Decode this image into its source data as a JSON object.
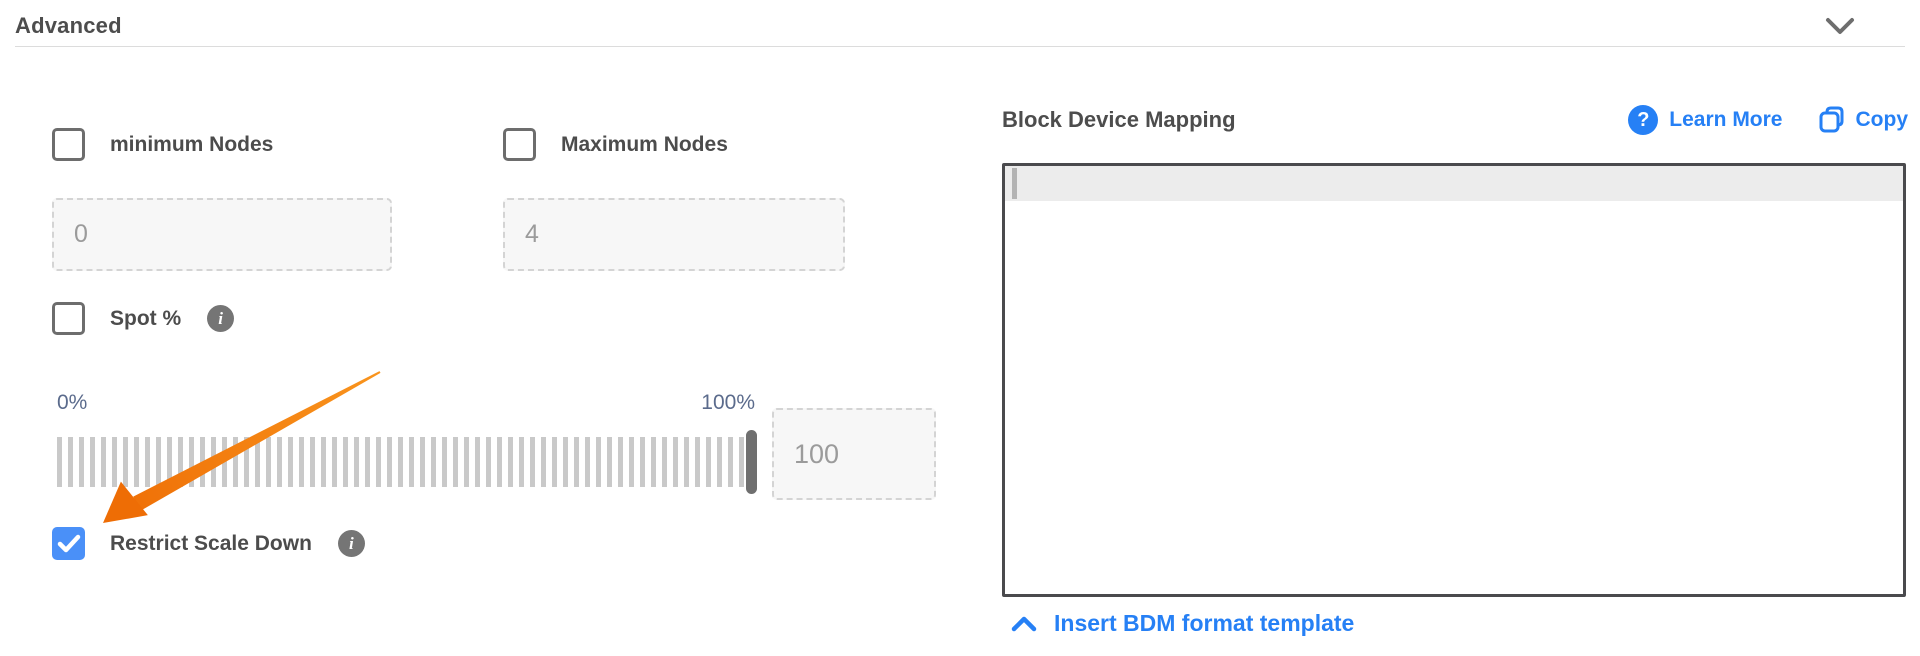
{
  "header": {
    "title": "Advanced",
    "collapse_icon": "chevron-down"
  },
  "form": {
    "min_nodes": {
      "label": "minimum Nodes",
      "checked": false,
      "placeholder": "0"
    },
    "max_nodes": {
      "label": "Maximum Nodes",
      "checked": false,
      "placeholder": "4"
    },
    "spot": {
      "label": "Spot %",
      "checked": false,
      "info_icon": "i",
      "slider_min_label": "0%",
      "slider_max_label": "100%",
      "slider_position_pct": 100,
      "placeholder": "100"
    },
    "restrict_scale_down": {
      "label": "Restrict Scale Down",
      "checked": true,
      "info_icon": "i"
    }
  },
  "bdm": {
    "title": "Block Device Mapping",
    "learn_more_label": "Learn More",
    "learn_more_icon": "?",
    "copy_label": "Copy",
    "editor_value": "",
    "insert_template_label": "Insert BDM format template"
  },
  "annotation": {
    "type": "orange-arrow",
    "points_at": "restrict-scale-down-checkbox"
  },
  "colors": {
    "link_blue": "#2680f5",
    "checkbox_checked_blue": "#4a90f8",
    "arrow_orange": "#f4780b",
    "slider_label_slate": "#5b6b8c",
    "text_dark": "#4c4c4c",
    "info_gray": "#757575"
  }
}
